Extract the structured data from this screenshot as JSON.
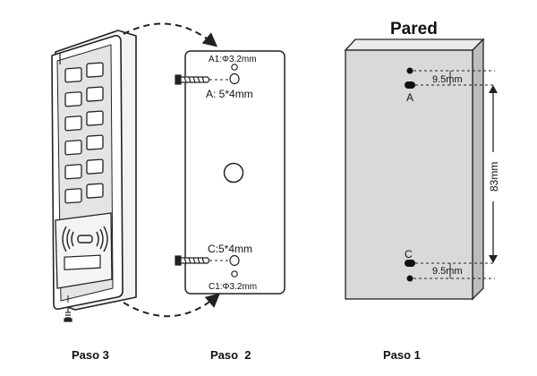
{
  "wall": {
    "title": "Pared",
    "dim_top": "9.5mm",
    "dim_bottom": "9.5mm",
    "dim_vertical": "83mm",
    "hole_a": "A",
    "hole_c": "C"
  },
  "plate": {
    "a1_label": "A1:Φ3.2mm",
    "a_label": "A: 5*4mm",
    "c_label": "C:5*4mm",
    "c1_label": "C1:Φ3.2mm"
  },
  "steps": {
    "step3": "Paso 3",
    "step2": "Paso  2",
    "step1": "Paso 1"
  },
  "colors": {
    "panel_fill": "#e4e4e4",
    "stroke": "#222222",
    "wall_fill": "#d9d9d9"
  }
}
